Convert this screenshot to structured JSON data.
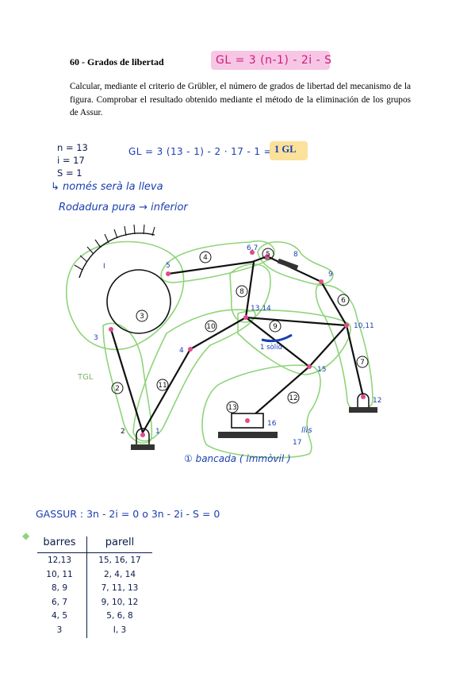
{
  "problem": {
    "title": "60 -  Grados de libertad",
    "formula": "GL = 3 (n-1) - 2i - S",
    "statement": "Calcular, mediante el criterio de Grübler, el número de grados de libertad del mecanismo de la figura. Comprobar el resultado obtenido mediante el método de la eliminación de los grupos de Assur."
  },
  "notes": {
    "n": "n = 13",
    "i": "i = 17",
    "s": "S = 1",
    "calculation": "GL = 3 (13 - 1) - 2 · 17 - 1 =",
    "result": "1 GL",
    "note1": "↳ només serà la lleva",
    "note2": "Rodadura pura → inferior"
  },
  "diagram": {
    "labels": {
      "I": "I",
      "j3": "3",
      "j5": "5",
      "j67": "6,7",
      "j9": "9",
      "j1314": "13,14",
      "j1011": "10,11",
      "j4": "4",
      "j15": "15",
      "j12": "12",
      "j16": "16",
      "j17": "17",
      "j2": "2",
      "j1": "1",
      "j8": "8",
      "b2": "2",
      "b3": "3",
      "b4": "4",
      "b5": "5",
      "b6": "6",
      "b7": "7",
      "b8": "8",
      "b9": "9",
      "b10": "10",
      "b11": "11",
      "b12": "12",
      "b13": "13",
      "tgl": "TGL",
      "slide1": "1 sòlid",
      "lis": "llis",
      "bancada": "① bancada ( immòvil )"
    },
    "colors": {
      "links": "#111111",
      "joints": "#e04c8a",
      "groups": "#8fd47a",
      "ink": "#1a3fb0"
    }
  },
  "assur": {
    "formula": "GASSUR : 3n - 2i = 0   o  3n - 2i - S = 0",
    "table": {
      "headers": [
        "barres",
        "parell"
      ],
      "rows": [
        [
          "12,13",
          "15, 16, 17"
        ],
        [
          "10, 11",
          "2, 4, 14"
        ],
        [
          "8, 9",
          "7, 11, 13"
        ],
        [
          "6, 7",
          "9, 10, 12"
        ],
        [
          "4, 5",
          "5, 6, 8"
        ],
        [
          "3",
          "I, 3"
        ]
      ]
    }
  }
}
